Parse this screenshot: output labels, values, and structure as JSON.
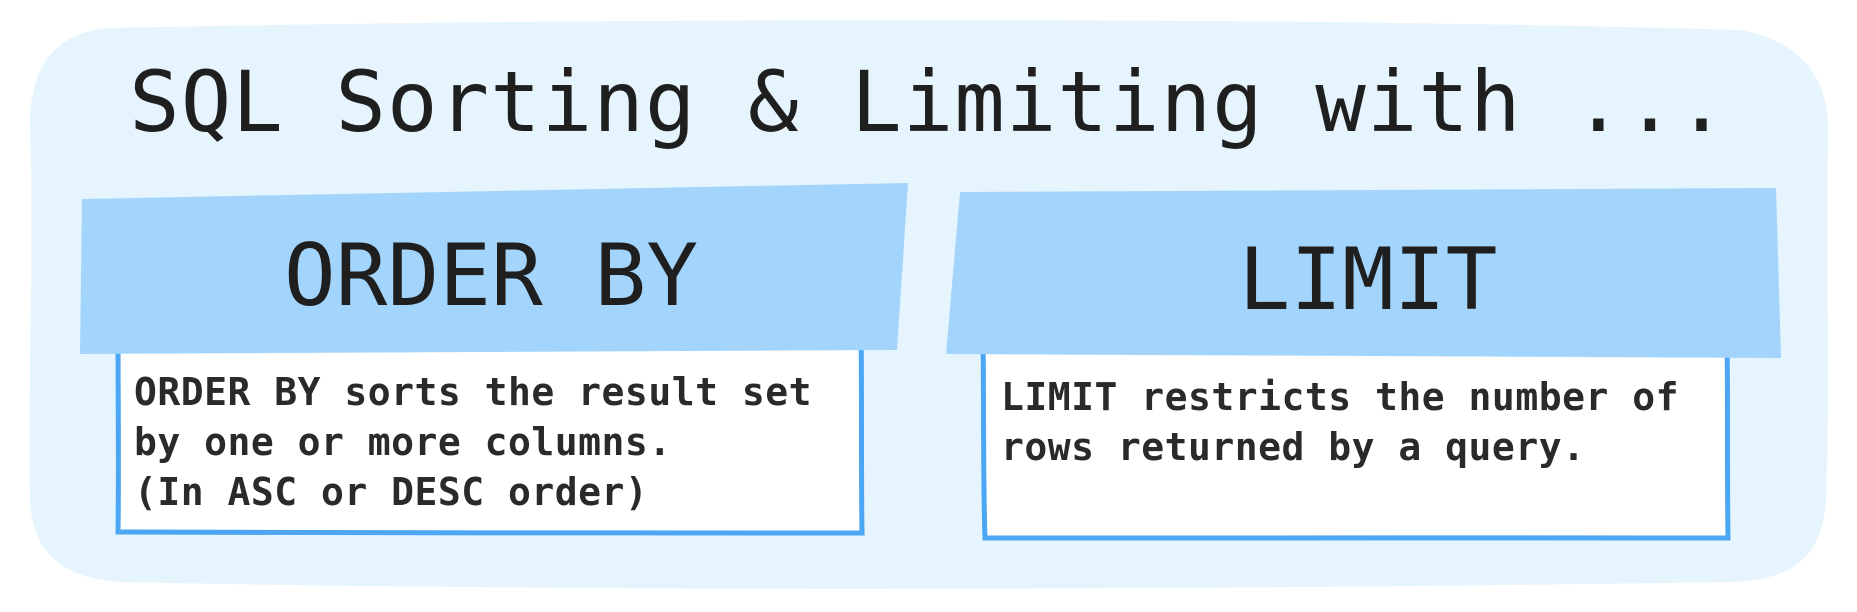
{
  "title": "SQL Sorting & Limiting with ...",
  "colors": {
    "background_panel": "#e5f4fd",
    "header_fill": "#a3d5fc",
    "box_stroke": "#4ba6f3",
    "box_fill": "#ffffff",
    "text": "#1f1f1f"
  },
  "cards": [
    {
      "title": "ORDER BY",
      "body_lines": [
        "ORDER BY sorts the result set",
        "by one or more columns.",
        "(In ASC or DESC order)"
      ]
    },
    {
      "title": "LIMIT",
      "body_lines": [
        "LIMIT restricts the number of",
        "rows returned by a query."
      ]
    }
  ]
}
